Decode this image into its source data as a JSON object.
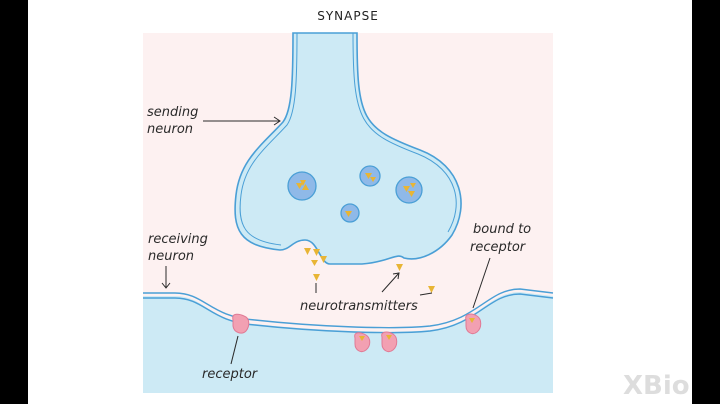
{
  "title": "SYNAPSE",
  "labels": {
    "sending_neuron": [
      "sending",
      "neuron"
    ],
    "receiving_neuron": [
      "receiving",
      "neuron"
    ],
    "neurotransmitters": "neurotransmitters",
    "bound_to_receptor": [
      "bound to",
      "receptor"
    ],
    "receptor": "receptor"
  },
  "logo": "XBio",
  "colors": {
    "neuron_fill": "#cdeaf5",
    "neuron_stroke": "#4a9fd6",
    "vesicle_fill": "#8fb9e8",
    "neurotransmitter": "#e8b535",
    "receptor": "#f2a0b2",
    "cleft_bg": "#fdf1f1"
  }
}
